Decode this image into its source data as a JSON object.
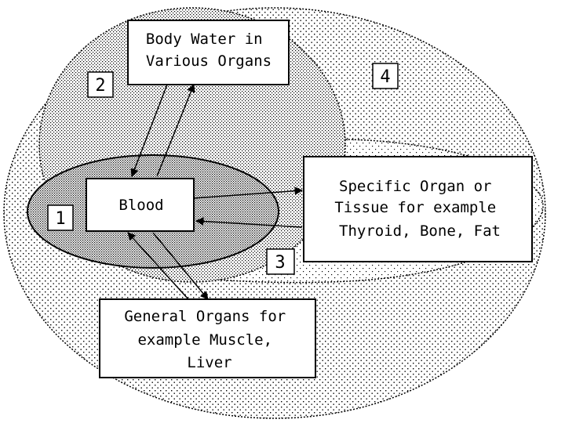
{
  "colors": {
    "ink": "#000000",
    "paper": "#ffffff"
  },
  "compartments": [
    {
      "id": "c1",
      "number": "1"
    },
    {
      "id": "c2",
      "number": "2"
    },
    {
      "id": "c3",
      "number": "3"
    },
    {
      "id": "c4",
      "number": "4"
    }
  ],
  "boxes": {
    "body_water": {
      "lines": [
        "Body Water in",
        "Various Organs"
      ]
    },
    "blood": {
      "lines": [
        "Blood"
      ]
    },
    "specific_organ": {
      "lines": [
        "Specific Organ or",
        "Tissue for example",
        "Thyroid, Bone, Fat"
      ]
    },
    "general_organs": {
      "lines": [
        "General Organs for",
        "example Muscle,",
        "Liver"
      ]
    }
  }
}
